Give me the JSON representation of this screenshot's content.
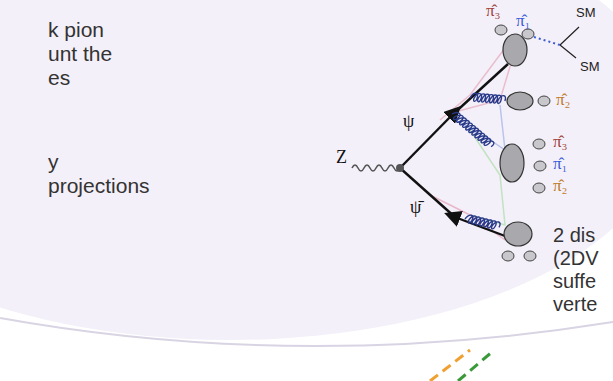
{
  "diagram": {
    "labels": [
      "k pion",
      "unt the",
      "es",
      "y",
      "projections",
      "π̂₃",
      "π̂₁",
      "SM",
      "SM",
      "π̂₂",
      "ψ",
      "Z",
      "π̂₃",
      "π̂₁",
      "π̂₂",
      "ψ̄",
      "2 dis",
      "(2DV",
      "suffe",
      "verte"
    ]
  }
}
